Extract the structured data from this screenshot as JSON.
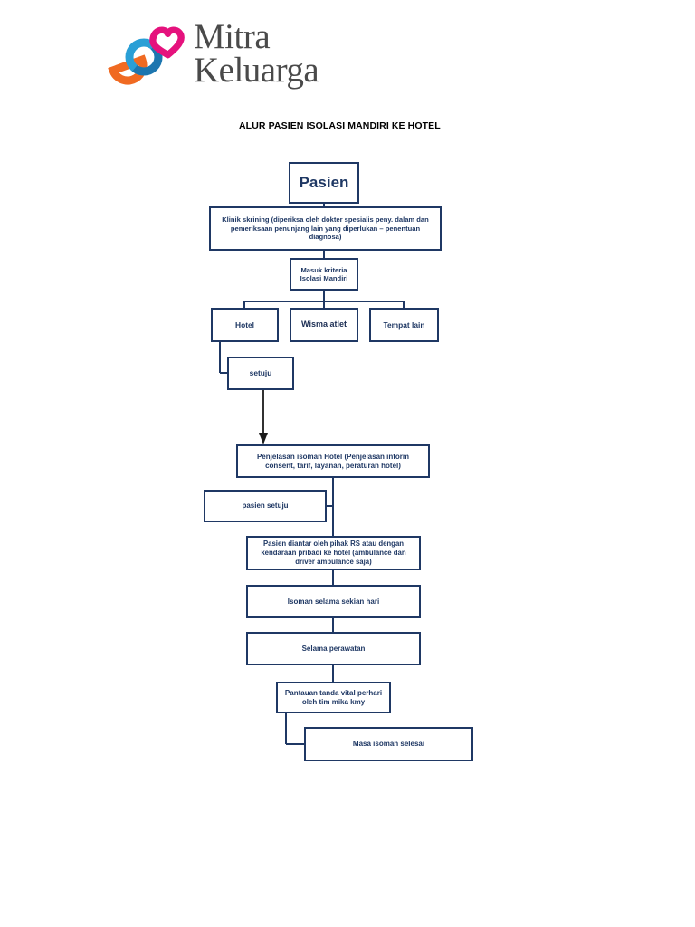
{
  "logo": {
    "name": "Mitra Keluarga",
    "line1": "Mitra",
    "line2": "Keluarga",
    "colors": {
      "heart_pink": "#e5127d",
      "ring_blue": "#2a9fd6",
      "ring_blue_dark": "#1b6fa8",
      "semicircle_orange": "#f06a22",
      "wordmark_gray": "#4a4a4a"
    }
  },
  "title": "ALUR PASIEN ISOLASI MANDIRI KE HOTEL",
  "theme": {
    "box_border": "#1f3864",
    "box_text": "#1f3864",
    "connector": "#1f3864",
    "arrow": "#1a1a1a",
    "background": "#ffffff"
  },
  "flow": {
    "nodes": [
      {
        "id": "pasien",
        "label": "Pasien"
      },
      {
        "id": "klinik",
        "label": "Klinik skrining (diperiksa oleh dokter spesialis peny. dalam dan pemeriksaan penunjang  lain yang diperlukan – penentuan diagnosa)"
      },
      {
        "id": "masuk",
        "label": "Masuk kriteria Isolasi Mandiri"
      },
      {
        "id": "hotel",
        "label": "Hotel"
      },
      {
        "id": "wisma",
        "label": "Wisma atlet"
      },
      {
        "id": "tempat",
        "label": "Tempat lain"
      },
      {
        "id": "setuju",
        "label": "setuju"
      },
      {
        "id": "penjelasan",
        "label": "Penjelasan isoman Hotel (Penjelasan inform consent, tarif, layanan, peraturan hotel)"
      },
      {
        "id": "pasiensetuju",
        "label": "pasien setuju"
      },
      {
        "id": "diantar",
        "label": "Pasien diantar oleh pihak RS atau dengan kendaraan pribadi ke hotel (ambulance dan driver ambulance saja)"
      },
      {
        "id": "isoman",
        "label": "Isoman selama sekian hari"
      },
      {
        "id": "selama",
        "label": "Selama perawatan"
      },
      {
        "id": "pantauan",
        "label": "Pantauan tanda vital perhari oleh tim mika kmy"
      },
      {
        "id": "masa",
        "label": "Masa isoman selesai"
      }
    ]
  }
}
